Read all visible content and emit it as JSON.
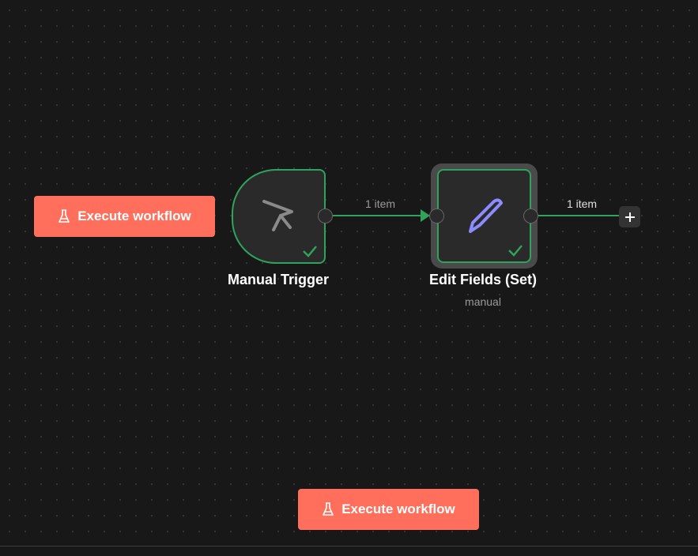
{
  "toolbar": {
    "execute_label": "Execute workflow"
  },
  "nodes": [
    {
      "title": "Manual Trigger",
      "status": "success"
    },
    {
      "title": "Edit Fields (Set)",
      "subtitle": "manual",
      "status": "success"
    }
  ],
  "edges": [
    {
      "label": "1 item"
    },
    {
      "label": "1 item"
    }
  ],
  "colors": {
    "accent": "#ff6f5c",
    "success": "#2fa35b",
    "pencil": "#8c8cff"
  }
}
